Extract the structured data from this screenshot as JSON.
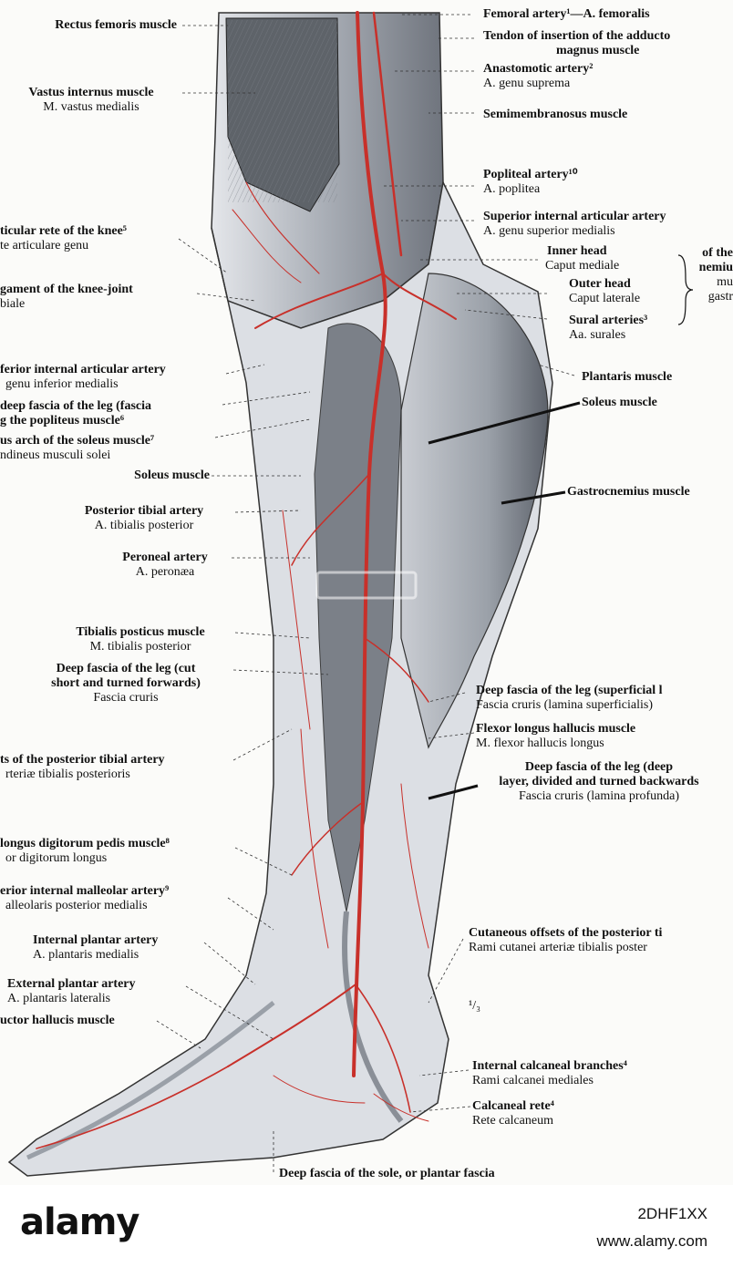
{
  "figure": {
    "left_labels": [
      {
        "id": "rectus",
        "lines": [
          "Rectus femoris muscle"
        ],
        "styles": [
          "h"
        ]
      },
      {
        "id": "vastus",
        "lines": [
          "Vastus internus muscle",
          "M. vastus medialis"
        ],
        "styles": [
          "h",
          "l"
        ]
      },
      {
        "id": "rete-knee",
        "lines": [
          "ticular rete of the knee⁵",
          "te articulare genu"
        ],
        "styles": [
          "h",
          "l"
        ]
      },
      {
        "id": "ligament",
        "lines": [
          "gament of the knee-joint",
          "biale"
        ],
        "styles": [
          "h",
          "l"
        ]
      },
      {
        "id": "inf-artic",
        "lines": [
          "ferior internal articular artery",
          "genu inferior medialis"
        ],
        "styles": [
          "h",
          "l"
        ]
      },
      {
        "id": "deep-fascia-pop",
        "lines": [
          "deep fascia of the leg (fascia",
          "g the popliteus muscle⁶"
        ],
        "styles": [
          "h",
          "h"
        ]
      },
      {
        "id": "tendinous-arch",
        "lines": [
          "us arch of the soleus muscle⁷",
          "ndineus musculi solei"
        ],
        "styles": [
          "h",
          "l"
        ]
      },
      {
        "id": "soleus-left",
        "lines": [
          "Soleus muscle"
        ],
        "styles": [
          "h"
        ]
      },
      {
        "id": "post-tibial",
        "lines": [
          "Posterior tibial artery",
          "A. tibialis posterior"
        ],
        "styles": [
          "h",
          "l"
        ]
      },
      {
        "id": "peroneal",
        "lines": [
          "Peroneal artery",
          "A. peronæa"
        ],
        "styles": [
          "h",
          "l"
        ]
      },
      {
        "id": "tib-posticus",
        "lines": [
          "Tibialis posticus muscle",
          "M. tibialis posterior"
        ],
        "styles": [
          "h",
          "l"
        ]
      },
      {
        "id": "deep-fascia-cut",
        "lines": [
          "Deep fascia of the leg (cut",
          "short and turned forwards)",
          "Fascia cruris"
        ],
        "styles": [
          "h",
          "h",
          "l"
        ]
      },
      {
        "id": "offsets-post-tib",
        "lines": [
          "ts of the posterior tibial artery",
          "rteriæ tibialis posterioris"
        ],
        "styles": [
          "h",
          "l"
        ]
      },
      {
        "id": "flexor-digit",
        "lines": [
          "longus digitorum pedis muscle⁸",
          "or digitorum longus"
        ],
        "styles": [
          "h",
          "l"
        ]
      },
      {
        "id": "post-malleolar",
        "lines": [
          "erior internal malleolar artery⁹",
          "alleolaris posterior medialis"
        ],
        "styles": [
          "h",
          "l"
        ]
      },
      {
        "id": "int-plantar",
        "lines": [
          "Internal plantar artery",
          "A. plantaris medialis"
        ],
        "styles": [
          "h",
          "l"
        ]
      },
      {
        "id": "ext-plantar",
        "lines": [
          "External plantar artery",
          "A. plantaris lateralis"
        ],
        "styles": [
          "h",
          "l"
        ]
      },
      {
        "id": "abductor",
        "lines": [
          "uctor hallucis muscle"
        ],
        "styles": [
          "h"
        ]
      }
    ],
    "right_labels": [
      {
        "id": "femoral",
        "lines": [
          "Femoral artery¹—A. femoralis"
        ],
        "styles": [
          "h"
        ]
      },
      {
        "id": "adductor-tendon",
        "lines": [
          "Tendon of insertion of the adducto",
          "magnus muscle"
        ],
        "styles": [
          "h",
          "h"
        ]
      },
      {
        "id": "anastomotic",
        "lines": [
          "Anastomotic artery²",
          "A. genu suprema"
        ],
        "styles": [
          "h",
          "l"
        ]
      },
      {
        "id": "semimembranosus",
        "lines": [
          "Semimembranosus muscle"
        ],
        "styles": [
          "h"
        ]
      },
      {
        "id": "popliteal",
        "lines": [
          "Popliteal artery¹⁰",
          "A. poplitea"
        ],
        "styles": [
          "h",
          "l"
        ]
      },
      {
        "id": "sup-artic",
        "lines": [
          "Superior internal articular artery",
          "A. genu superior medialis"
        ],
        "styles": [
          "h",
          "l"
        ]
      },
      {
        "id": "inner-head",
        "lines": [
          "Inner head",
          "Caput mediale"
        ],
        "styles": [
          "h",
          "l"
        ]
      },
      {
        "id": "outer-head",
        "lines": [
          "Outer head",
          "Caput laterale"
        ],
        "styles": [
          "h",
          "l"
        ]
      },
      {
        "id": "gastroc-group",
        "lines": [
          "of the",
          "nemiu",
          "mu",
          "gastr"
        ],
        "styles": [
          "h",
          "h",
          "l",
          "l"
        ]
      },
      {
        "id": "sural",
        "lines": [
          "Sural arteries³",
          "Aa. surales"
        ],
        "styles": [
          "h",
          "l"
        ]
      },
      {
        "id": "plantaris",
        "lines": [
          "Plantaris muscle"
        ],
        "styles": [
          "h"
        ]
      },
      {
        "id": "soleus-right",
        "lines": [
          "Soleus muscle"
        ],
        "styles": [
          "h"
        ]
      },
      {
        "id": "gastrocnemius",
        "lines": [
          "Gastrocnemius muscle"
        ],
        "styles": [
          "h"
        ]
      },
      {
        "id": "deep-fascia-sup",
        "lines": [
          "Deep fascia of the leg (superficial l",
          "Fascia cruris (lamina superficialis)"
        ],
        "styles": [
          "h",
          "l"
        ]
      },
      {
        "id": "flexor-hallucis",
        "lines": [
          "Flexor longus hallucis muscle",
          "M. flexor hallucis longus"
        ],
        "styles": [
          "h",
          "l"
        ]
      },
      {
        "id": "deep-fascia-deep",
        "lines": [
          "Deep fascia of the leg (deep",
          "layer, divided and turned backwards",
          "Fascia cruris (lamina profunda)"
        ],
        "styles": [
          "h",
          "h",
          "l"
        ]
      },
      {
        "id": "cutaneous",
        "lines": [
          "Cutaneous offsets of the posterior ti",
          "Rami cutanei arteriæ tibialis poster"
        ],
        "styles": [
          "h",
          "l"
        ]
      },
      {
        "id": "scale",
        "lines": [
          "¹/₃"
        ],
        "styles": [
          "l"
        ]
      },
      {
        "id": "calc-branches",
        "lines": [
          "Internal calcaneal branches⁴",
          "Rami calcanei mediales"
        ],
        "styles": [
          "h",
          "l"
        ]
      },
      {
        "id": "calc-rete",
        "lines": [
          "Calcaneal rete⁴",
          "Rete calcaneum"
        ],
        "styles": [
          "h",
          "l"
        ]
      }
    ],
    "bottom_label": {
      "id": "plantar-fascia",
      "lines": [
        "Deep fascia of the sole, or plantar fascia"
      ],
      "styles": [
        "h"
      ]
    }
  },
  "watermark": {
    "brand": "alamy",
    "image_id": "2DHF1XX",
    "site": "www.alamy.com"
  },
  "colors": {
    "artery": "#c8302a",
    "muscle": "#8b8f97",
    "fascia": "#d9dde3",
    "ink": "#111111"
  }
}
